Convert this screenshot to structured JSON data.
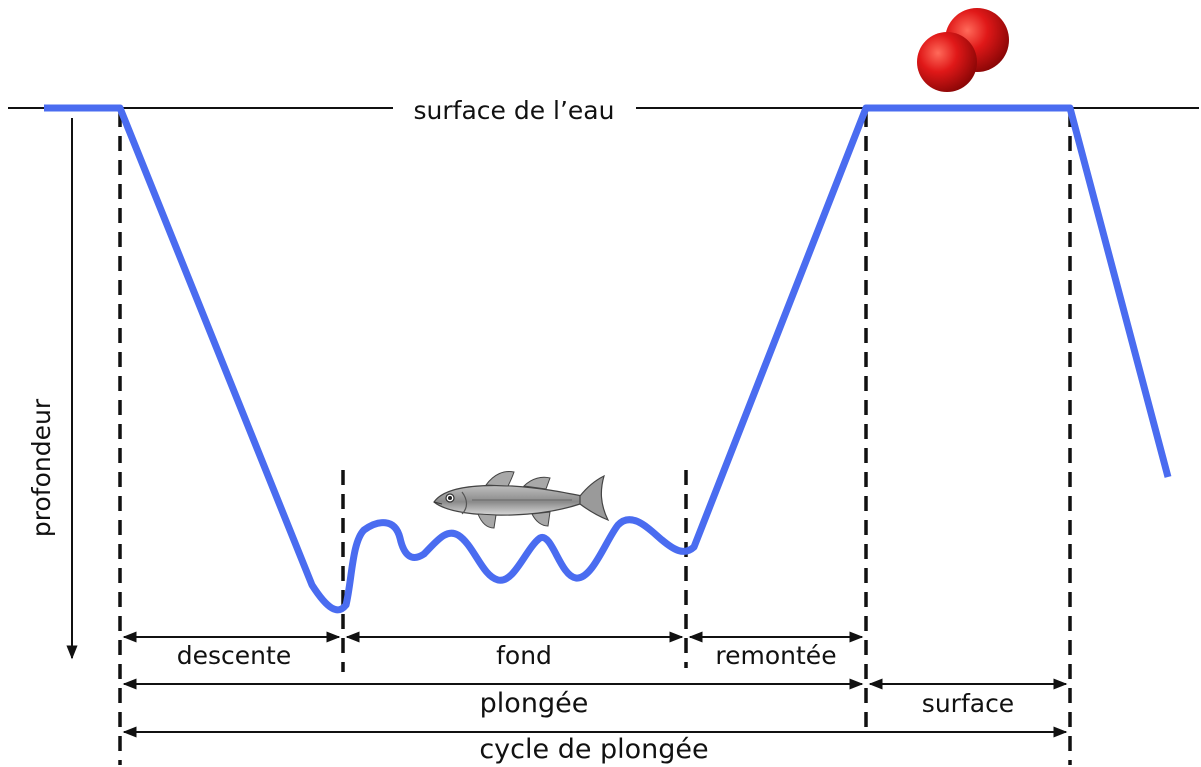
{
  "labels": {
    "surface_line": "surface de l’eau",
    "depth_axis": "profondeur",
    "descent": "descente",
    "bottom": "fond",
    "ascent": "remontée",
    "dive": "plongée",
    "surface": "surface",
    "dive_cycle": "cycle de plongée"
  },
  "illustrations": {
    "fish": "fish-icon",
    "oxygen_molecule": "oxygen-molecule-icon"
  },
  "colors": {
    "profile": "#4a6cf0",
    "line": "#111111",
    "molecule": "#d21414"
  }
}
